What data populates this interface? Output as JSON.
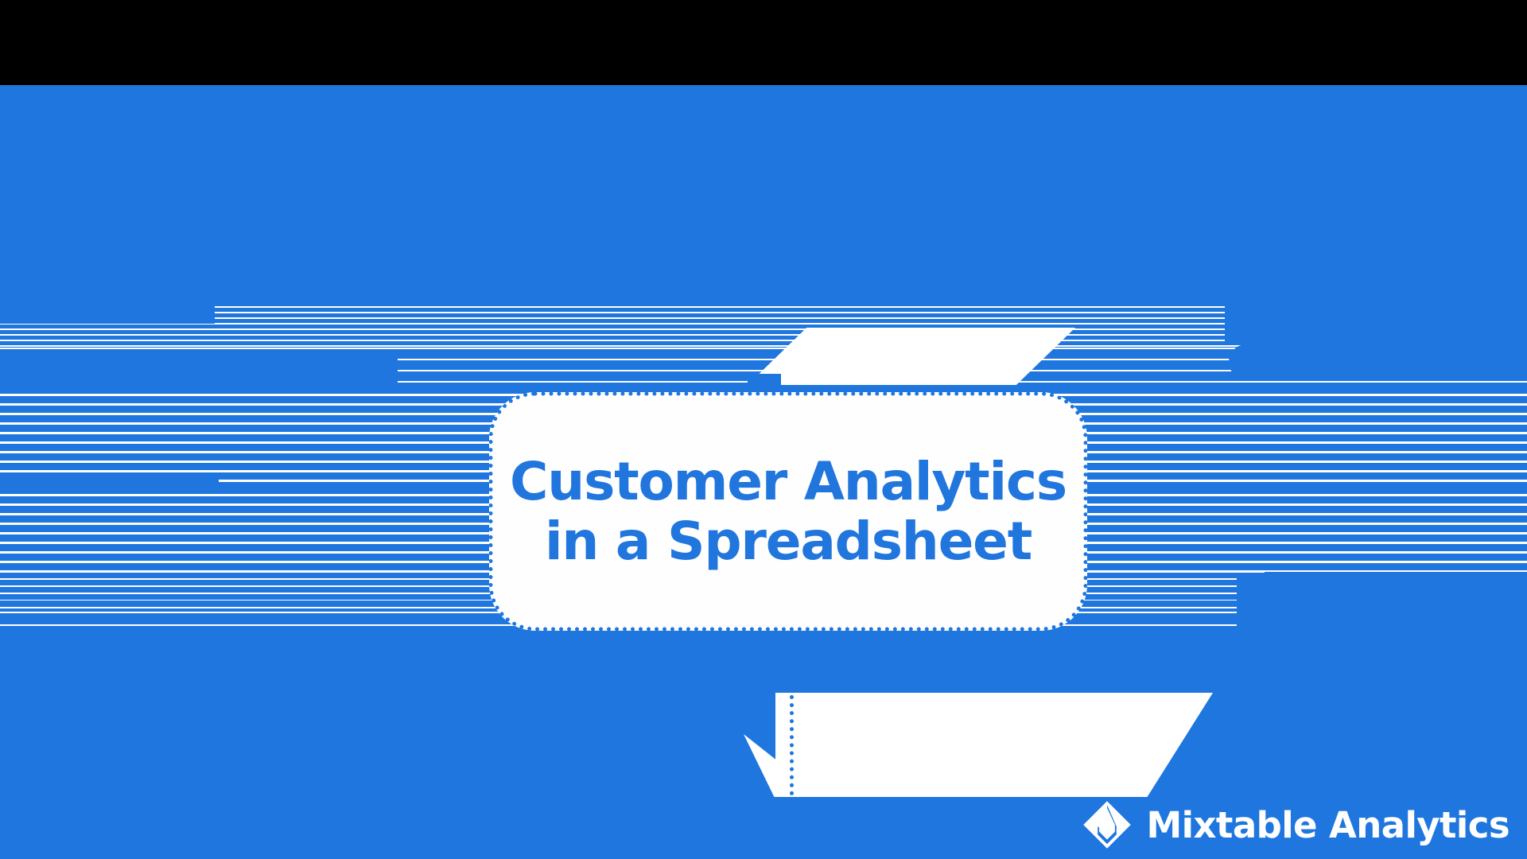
{
  "slide": {
    "background_color": "#1E76DE",
    "accent_color": "#2176DE",
    "letterbox_color": "#000000",
    "card_fill": "#FEFEFE"
  },
  "title": {
    "line1": "Customer Analytics",
    "line2": "in a Spreadsheet"
  },
  "brand": {
    "name": "Mixtable Analytics",
    "mark_icon": "mixtable-diamond-icon",
    "mark_color": "#FFFFFF"
  },
  "decor": {
    "top_ribbon": "ribbon-banner-top",
    "bottom_ribbon": "ribbon-banner-bottom",
    "stripes": "horizontal-stripe-pattern"
  }
}
